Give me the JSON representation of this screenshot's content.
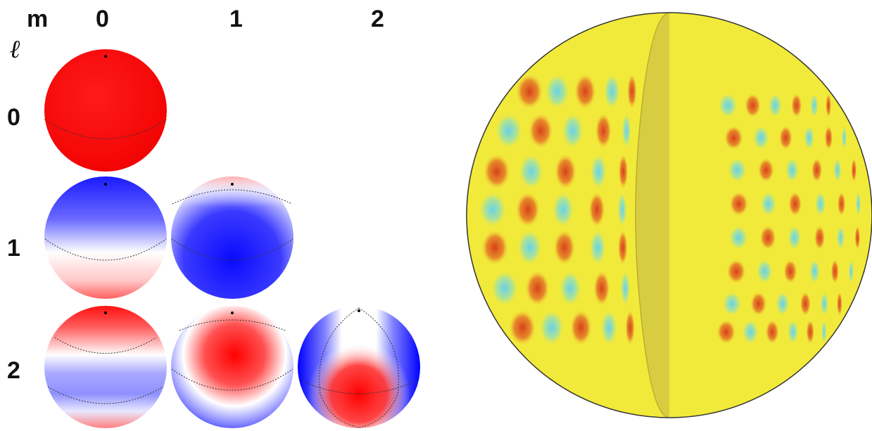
{
  "header": {
    "m_label": "m",
    "ell_label": "ℓ"
  },
  "m_values": [
    "0",
    "1",
    "2"
  ],
  "ell_values": [
    "0",
    "1",
    "2"
  ],
  "colors": {
    "positive": "#ff0000",
    "negative": "#0000ff",
    "neutral": "#ffffff",
    "surface": "#f2ea3a",
    "cut_face": "#d8cc40",
    "osc_pos": "#d84a1c",
    "osc_neg": "#6fd6e2"
  },
  "harmonics": [
    {
      "l": 0,
      "m": 0,
      "icon": "sphere-l0-m0"
    },
    {
      "l": 1,
      "m": 0,
      "icon": "sphere-l1-m0"
    },
    {
      "l": 1,
      "m": 1,
      "icon": "sphere-l1-m1"
    },
    {
      "l": 2,
      "m": 0,
      "icon": "sphere-l2-m0"
    },
    {
      "l": 2,
      "m": 1,
      "icon": "sphere-l2-m1"
    },
    {
      "l": 2,
      "m": 2,
      "icon": "sphere-l2-m2"
    }
  ],
  "cutaway_icon": "oscillating-star-cutaway"
}
